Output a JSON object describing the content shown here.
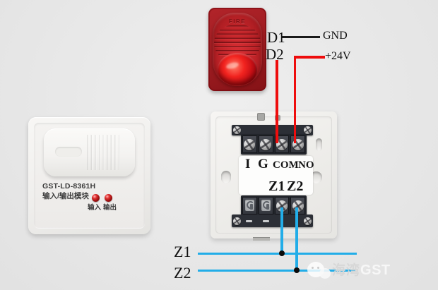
{
  "alarm": {
    "label": "FIRE"
  },
  "left_module": {
    "model": "GST-LD-8361H",
    "subtitle": "输入/输出模块",
    "led_labels": [
      "输入",
      "输出"
    ]
  },
  "right_module": {
    "top_terminals": [
      "I",
      "G",
      "COM",
      "NO"
    ],
    "bottom_terminals": [
      "Z1",
      "Z2"
    ]
  },
  "wiring": {
    "d1": "D1",
    "d2": "D2",
    "gnd": "GND",
    "plus24v": "+24V",
    "z1": "Z1",
    "z2": "Z2"
  },
  "watermark": {
    "cn": "海湾",
    "en": "GST"
  },
  "colors": {
    "background": "#e9e9e9",
    "wire_red": "#ee0d0d",
    "wire_black": "#1a1a1a",
    "wire_cyan": "#22ade8",
    "terminal_dark": "#2c2f36",
    "alarm_red": "#a01d22",
    "led_red": "#a01212"
  }
}
